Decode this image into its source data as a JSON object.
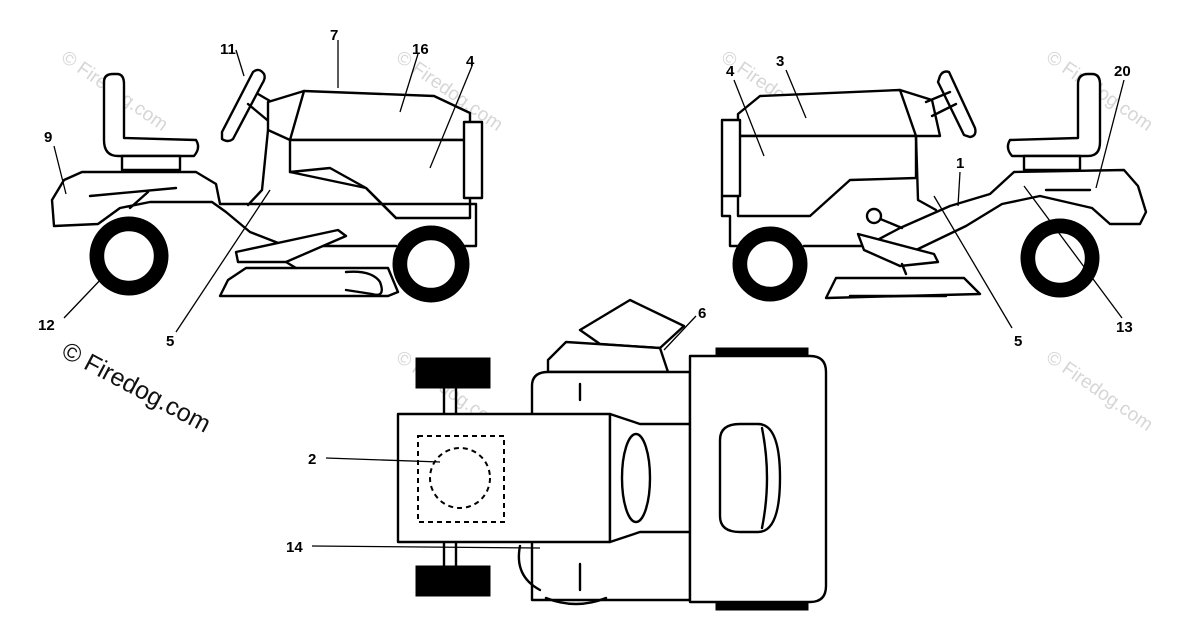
{
  "watermark": {
    "main": "© Firedog.com",
    "faint": "© Firedog.com"
  },
  "labels": {
    "l1": "1",
    "l2": "2",
    "l3": "3",
    "l4a": "4",
    "l4b": "4",
    "l5a": "5",
    "l5b": "5",
    "l6": "6",
    "l7": "7",
    "l9": "9",
    "l11": "11",
    "l12": "12",
    "l13": "13",
    "l14": "14",
    "l16": "16",
    "l20": "20"
  }
}
